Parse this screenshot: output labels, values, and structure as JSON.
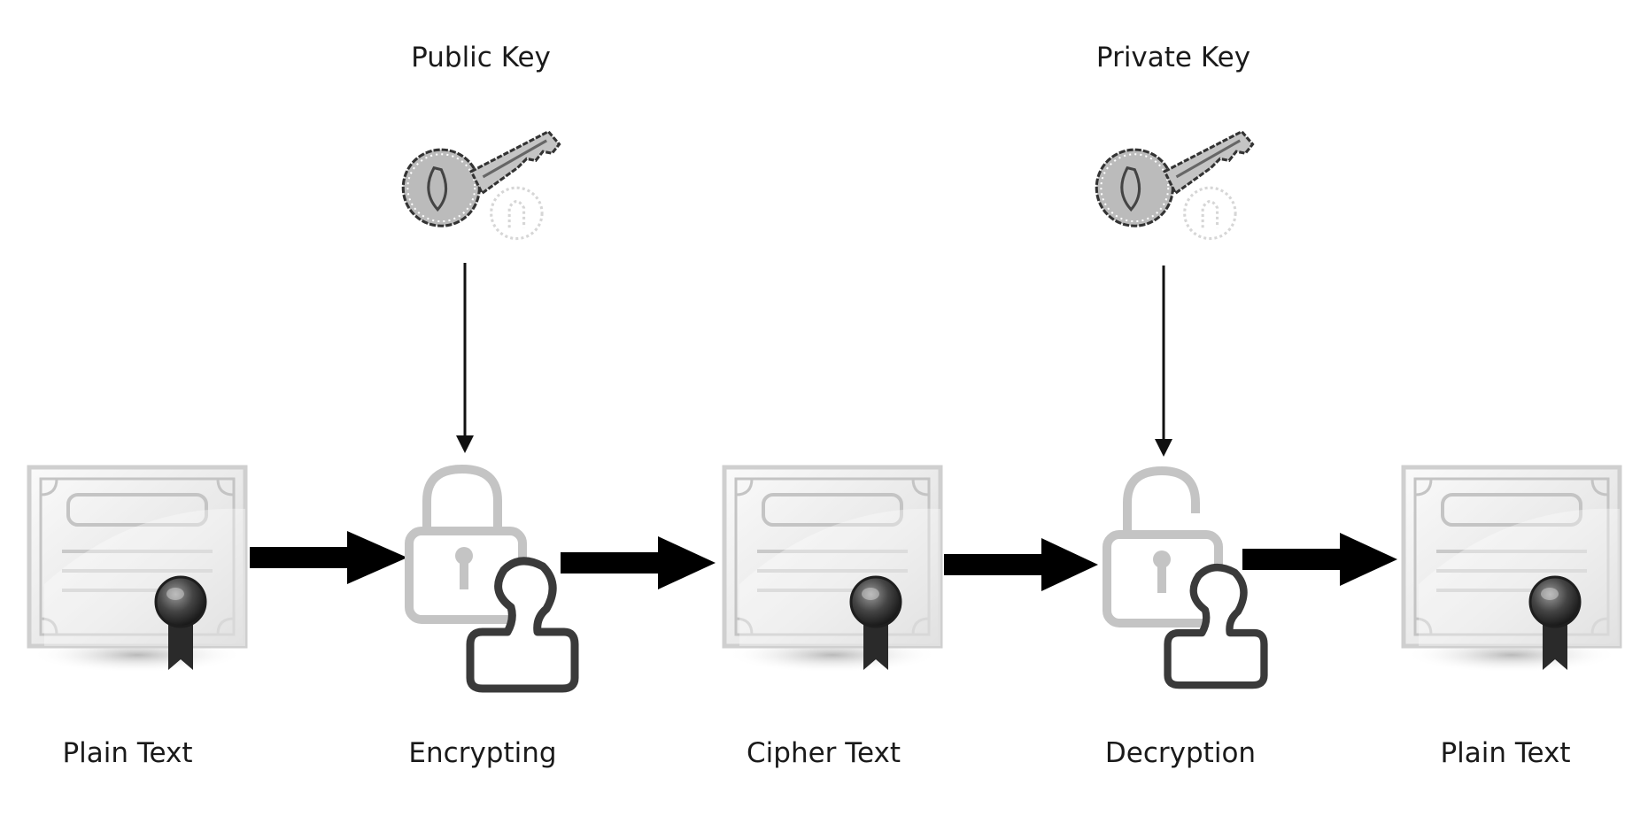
{
  "diagram": {
    "keys": [
      {
        "label": "Public Key",
        "icon": "key-icon"
      },
      {
        "label": "Private Key",
        "icon": "key-icon"
      }
    ],
    "steps": [
      {
        "label": "Plain Text",
        "icon": "certificate-icon"
      },
      {
        "label": "Encrypting",
        "icon": "locked-padlock-user-icon"
      },
      {
        "label": "Cipher Text",
        "icon": "certificate-icon"
      },
      {
        "label": "Decryption",
        "icon": "unlocked-padlock-user-icon"
      },
      {
        "label": "Plain Text",
        "icon": "certificate-icon"
      }
    ]
  }
}
